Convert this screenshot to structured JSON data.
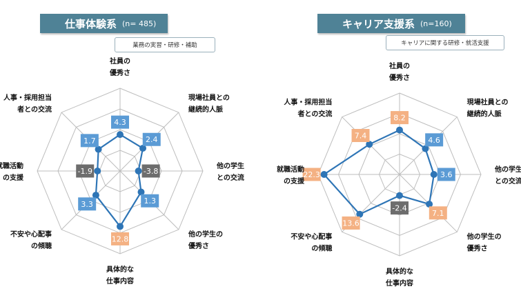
{
  "chart_data": [
    {
      "type": "radar",
      "title": "仕事体験系",
      "n_label": "(n= 485)",
      "subtitle": "業務の実習・研修・補助",
      "axes": [
        {
          "label": [
            "社員の",
            "優秀さ"
          ],
          "value": 4.3,
          "color": "#5b9bd5"
        },
        {
          "label": [
            "現場社員との",
            "継続的人脈"
          ],
          "value": 2.4,
          "color": "#5b9bd5"
        },
        {
          "label": [
            "他の学生",
            "との交流"
          ],
          "value": -3.8,
          "color": "#6d6d6d"
        },
        {
          "label": [
            "他の学生の",
            "優秀さ"
          ],
          "value": 1.3,
          "color": "#5b9bd5"
        },
        {
          "label": [
            "具体的な",
            "仕事内容"
          ],
          "value": 12.8,
          "color": "#f4b183"
        },
        {
          "label": [
            "不安や心配事",
            "の傾聴"
          ],
          "value": 3.3,
          "color": "#5b9bd5"
        },
        {
          "label": [
            "就職活動",
            "の支援"
          ],
          "value": -1.9,
          "color": "#6d6d6d"
        },
        {
          "label": [
            "人事・採用担当",
            "者との交流"
          ],
          "value": 1.7,
          "color": "#5b9bd5"
        }
      ],
      "series_color": "#2e75b6"
    },
    {
      "type": "radar",
      "title": "キャリア支援系",
      "n_label": "(n=160)",
      "subtitle": "キャリアに関する研修・就活支援",
      "axes": [
        {
          "label": [
            "社員の",
            "優秀さ"
          ],
          "value": 8.2,
          "color": "#f4b183"
        },
        {
          "label": [
            "現場社員との",
            "継続的人脈"
          ],
          "value": 4.6,
          "color": "#5b9bd5"
        },
        {
          "label": [
            "他の学生",
            "との交流"
          ],
          "value": 3.6,
          "color": "#5b9bd5"
        },
        {
          "label": [
            "他の学生の",
            "優秀さ"
          ],
          "value": 7.1,
          "color": "#f4b183"
        },
        {
          "label": [
            "具体的な",
            "仕事内容"
          ],
          "value": -2.4,
          "color": "#6d6d6d"
        },
        {
          "label": [
            "不安や心配事",
            "の傾聴"
          ],
          "value": 13.6,
          "color": "#f4b183"
        },
        {
          "label": [
            "就職活動",
            "の支援"
          ],
          "value": 22.3,
          "color": "#f4b183"
        },
        {
          "label": [
            "人事・採用担当",
            "者との交流"
          ],
          "value": 7.4,
          "color": "#f4b183"
        }
      ],
      "series_color": "#2e75b6"
    }
  ]
}
